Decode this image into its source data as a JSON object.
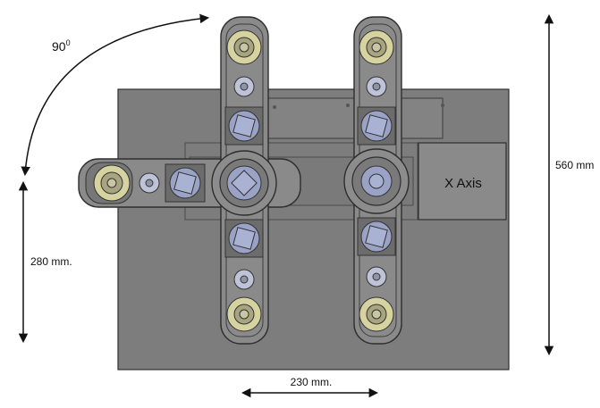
{
  "annotations": {
    "angle": "90",
    "angle_superscript": "0",
    "height_label": "560 mm",
    "left_label": "280 mm.",
    "bottom_label": "230 mm."
  },
  "parts": {
    "x_axis_label": "X Axis"
  },
  "colors": {
    "base_plate": "#7d7d7d",
    "arm": "#8a8a8a",
    "outline": "#2e2e2e",
    "wheel_yellow": "#d6d3a0",
    "bearing": "#9aa3c6",
    "background": "#ffffff"
  },
  "icons": [
    "curved-arrow-icon",
    "double-arrow-icon",
    "gear-icon"
  ]
}
